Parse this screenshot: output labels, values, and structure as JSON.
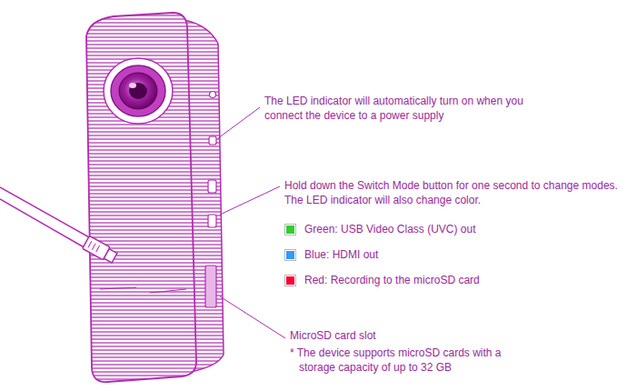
{
  "diagram": {
    "labels": [
      "The LED indicator will automatically turn on when you connect the device to a power supply",
      "Hold down the Switch Mode button for one second to change modes. The LED indicator will also change color.",
      "MicroSD card slot",
      "* The device supports microSD cards with a storage capacity of up to 32 GB"
    ],
    "legend": [
      {
        "text": "Green: USB Video Class (UVC) out",
        "color": "#33cc33"
      },
      {
        "text": "Blue: HDMI out",
        "color": "#3399ff"
      },
      {
        "text": "Red: Recording to the microSD card",
        "color": "#ff0033"
      }
    ]
  }
}
